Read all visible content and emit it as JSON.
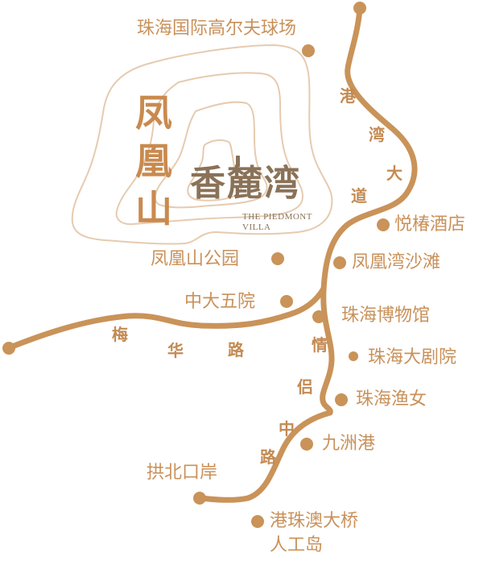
{
  "colors": {
    "road": "#c99359",
    "poi": "#c99359",
    "label": "#c9915a",
    "contour": "#e6cbb0",
    "brand": "#8a7258",
    "background": "#ffffff"
  },
  "mountain": {
    "name_chars": [
      "凤",
      "凰",
      "山"
    ]
  },
  "brand": {
    "name_cn": "香麓湾",
    "name_en_line1": "THE PIEDMONT",
    "name_en_line2": "VILLA"
  },
  "roads": {
    "gangwan": {
      "chars": [
        "港",
        "湾",
        "大",
        "道"
      ]
    },
    "meihua": {
      "chars": [
        "梅",
        "华",
        "路"
      ]
    },
    "qinglv": {
      "chars": [
        "情",
        "侣",
        "中",
        "路"
      ]
    }
  },
  "pois": [
    {
      "name": "珠海国际高尔夫球场"
    },
    {
      "name": "悦椿酒店"
    },
    {
      "name": "凤凰湾沙滩"
    },
    {
      "name": "凤凰山公园"
    },
    {
      "name": "中大五院"
    },
    {
      "name": "珠海博物馆"
    },
    {
      "name": "珠海大剧院"
    },
    {
      "name": "珠海渔女"
    },
    {
      "name": "九洲港"
    },
    {
      "name": "拱北口岸"
    },
    {
      "name": "港珠澳大桥",
      "name_line2": "人工岛"
    }
  ]
}
